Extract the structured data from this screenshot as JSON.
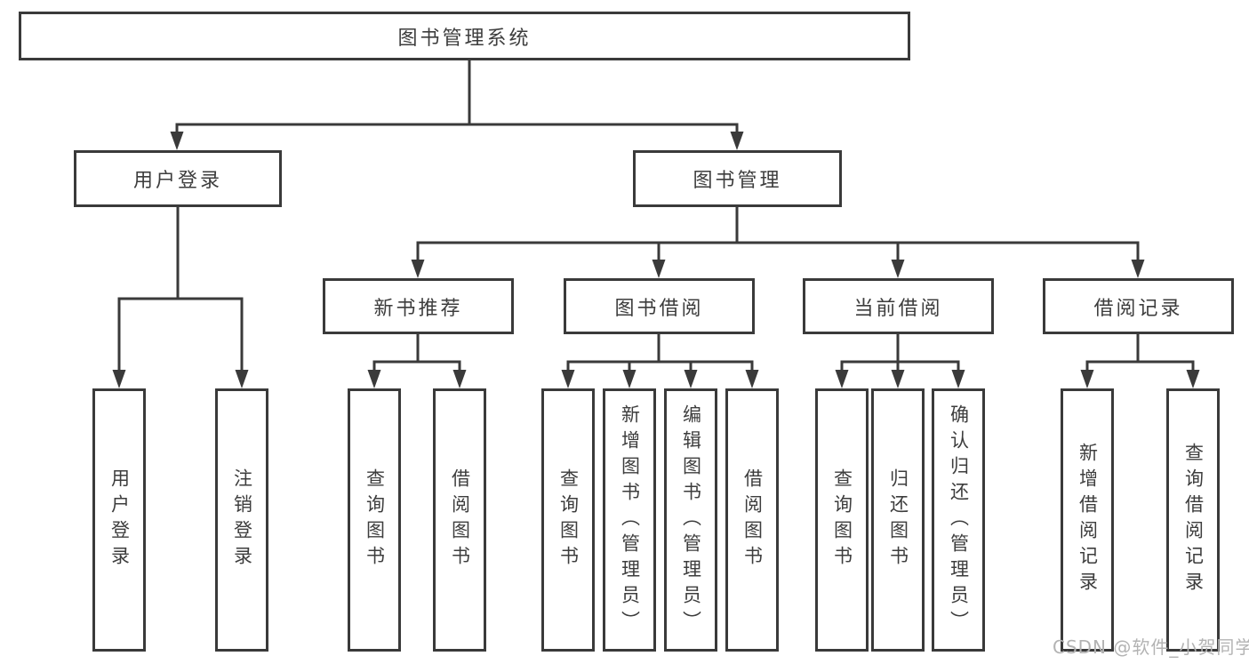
{
  "colors": {
    "line": "#3a3a3a",
    "text": "#3d3d3d",
    "box_bg": "#ffffff",
    "watermark": "#b3b3b3"
  },
  "tree": {
    "label": "图书管理系统",
    "children": [
      {
        "label": "用户登录",
        "children": [
          {
            "label": "用户登录"
          },
          {
            "label": "注销登录"
          }
        ]
      },
      {
        "label": "图书管理",
        "children": [
          {
            "label": "新书推荐",
            "children": [
              {
                "label": "查询图书"
              },
              {
                "label": "借阅图书"
              }
            ]
          },
          {
            "label": "图书借阅",
            "children": [
              {
                "label": "查询图书"
              },
              {
                "label": "新增图书（管理员）"
              },
              {
                "label": "编辑图书（管理员）"
              },
              {
                "label": "借阅图书"
              }
            ]
          },
          {
            "label": "当前借阅",
            "children": [
              {
                "label": "查询图书"
              },
              {
                "label": "归还图书"
              },
              {
                "label": "确认归还（管理员）"
              }
            ]
          },
          {
            "label": "借阅记录",
            "children": [
              {
                "label": "新增借阅记录"
              },
              {
                "label": "查询借阅记录"
              }
            ]
          }
        ]
      }
    ]
  },
  "watermark": {
    "text": "CSDN @软件_小贺同学"
  }
}
